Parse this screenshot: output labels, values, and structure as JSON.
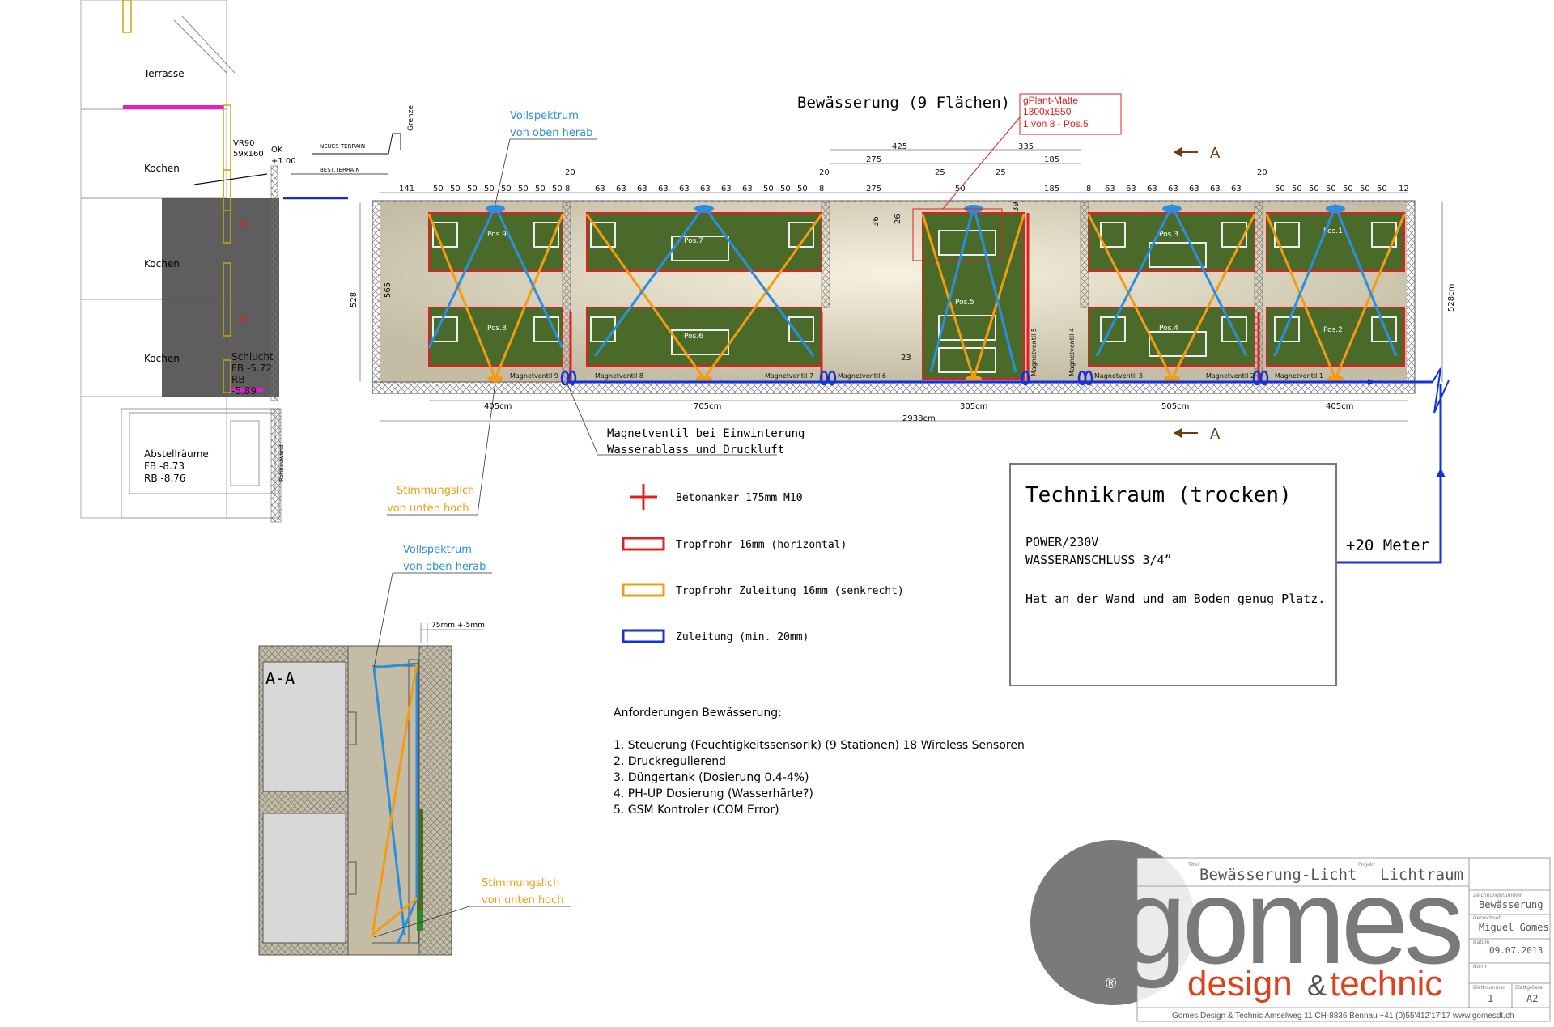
{
  "title": "Bewässerung (9 Flächen)",
  "elevation": {
    "labels": {
      "terrasse": "Terrasse",
      "kochen1": "Kochen",
      "kochen2": "Kochen",
      "kochen3": "Kochen",
      "vr": "VR90",
      "vr_size": "59x160",
      "ok": "OK",
      "ok_val": "+1.00",
      "neues": "NEUES TERRAIN",
      "best": "BEST.TERRAIN",
      "grenze": "Grenze",
      "schlucht": "Schlucht",
      "fb": "FB -5.72",
      "rb": "RB",
      "rb_val": "-5.89",
      "lst1": "LSt.",
      "lst2": "LSt.",
      "abstell": "Abstellräume",
      "abstell_fb": "FB -8.73",
      "abstell_rb": "RB -8.76",
      "rohbau": "Rohbauwand"
    }
  },
  "plan": {
    "callout_matte": [
      "gPlant-Matte",
      "1300x1550",
      "1 von 8 - Pos.5"
    ],
    "vollspektrum": [
      "Vollspektrum",
      "von oben herab"
    ],
    "stimmung": [
      "Stimmungslich",
      "von unten hoch"
    ],
    "magnet_note": [
      "Magnetventil bei Einwinterung",
      "Wasserablass und Druckluft"
    ],
    "section_marker": "A",
    "positions": [
      "Pos.9",
      "Pos.8",
      "Pos.7",
      "Pos.6",
      "Pos.5",
      "Pos.3",
      "Pos.4",
      "Pos.1",
      "Pos.2"
    ],
    "valves": [
      "Magnetventil 9",
      "Magnetventil 8",
      "Magnetventil 7",
      "Magnetventil 6",
      "Magnetventil 5",
      "Magnetventil 4",
      "Magnetventil 3",
      "Magnetventil 2",
      "Magnetventil 1"
    ],
    "bottom_dims": [
      "405cm",
      "705cm",
      "305cm",
      "505cm",
      "405cm"
    ],
    "total": "2938cm",
    "height_left": "528",
    "height_left2": "565",
    "height_right": "528cm",
    "top_dims_upper": [
      "425",
      "335",
      "275",
      "185"
    ],
    "top_dims_misc": [
      "141",
      "20",
      "20",
      "275",
      "25",
      "25",
      "185",
      "20",
      "12",
      "36",
      "26",
      "39",
      "23"
    ],
    "seg_50": "50",
    "seg_63": "63",
    "seg_8": "8"
  },
  "legend": {
    "items": [
      {
        "label": "Betonanker 175mm M10",
        "color": "#e02020"
      },
      {
        "label": "Tropfrohr 16mm (horizontal)",
        "color": "#e02020"
      },
      {
        "label": "Tropfrohr Zuleitung 16mm (senkrecht)",
        "color": "#f39c12"
      },
      {
        "label": "Zuleitung (min. 20mm)",
        "color": "#1430d8"
      }
    ]
  },
  "requirements": {
    "heading": "Anforderungen Bewässerung:",
    "items": [
      "1. Steuerung (Feuchtigkeitssensorik) (9 Stationen) 18 Wireless Sensoren",
      "2. Druckregulierend",
      "3. Düngertank (Dosierung 0.4-4%)",
      "4. PH-UP Dosierung (Wasserhärte?)",
      "5. GSM Kontroler (COM Error)"
    ]
  },
  "technik": {
    "title": "Technikraum (trocken)",
    "lines": [
      "POWER/230V",
      "WASSERANSCHLUSS 3/4”",
      "Hat an der Wand und am Boden genug Platz."
    ],
    "meters": "+20 Meter"
  },
  "section_aa": {
    "label": "A-A",
    "dim": "75mm +-5mm",
    "vollspektrum": [
      "Vollspektrum",
      "von oben herab"
    ],
    "stimmung": [
      "Stimmungslich",
      "von unten hoch"
    ]
  },
  "titleblock": {
    "titel_label": "Titel",
    "titel": "Bewässerung-Licht",
    "projekt_label": "Projekt",
    "projekt": "Lichtraum",
    "zeichnung_label": "Zeichnungsnummer",
    "zeichnung": "Bewässerung",
    "gezeichnet_label": "Gezeichnet",
    "gezeichnet": "Miguel Gomes",
    "datum_label": "Datum",
    "datum": "09.07.2013",
    "norm_label": "Norm",
    "blatt_label": "Blattnummer",
    "blatt": "1",
    "groesse_label": "Blattgrösse",
    "groesse": "A2",
    "logo_word": "gomes",
    "logo_design": "design",
    "logo_amp": "&",
    "logo_technic": "technic",
    "logo_reg": "®",
    "footer": "Gomes Design & Technic   Amselweg 11   CH-8836 Bennau   +41 (0)55'412'17'17   www.gomesdt.ch"
  },
  "colors": {
    "red": "#e02020",
    "orange": "#f39c12",
    "blue": "#1430d8",
    "lightblue": "#2a8fe0",
    "magenta": "#e020d0",
    "panel": "#4a6a2a",
    "wall": "#c9c2ad"
  }
}
